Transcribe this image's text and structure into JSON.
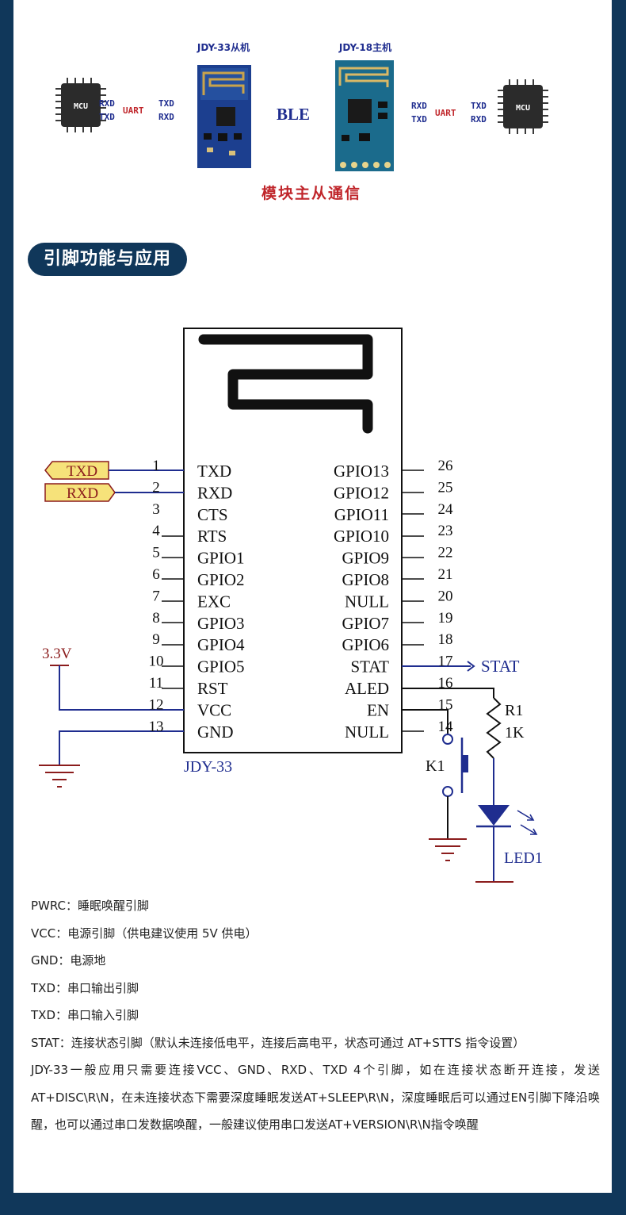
{
  "comm_diagram": {
    "slave_label": "JDY-33从机",
    "master_label": "JDY-18主机",
    "left_mcu": {
      "label": "MCU",
      "pins_in": [
        "RXD",
        "TXD"
      ],
      "bus": "UART",
      "pins_out": [
        "TXD",
        "RXD"
      ]
    },
    "ble_label": "BLE",
    "right_mcu": {
      "label": "MCU",
      "pins_in": [
        "RXD",
        "TXD"
      ],
      "bus": "UART",
      "pins_out": [
        "TXD",
        "RXD"
      ]
    },
    "caption": "模块主从通信"
  },
  "section_title": "引脚功能与应用",
  "schematic": {
    "chip_name": "JDY-33",
    "left_pins": [
      {
        "num": "1",
        "name": "TXD"
      },
      {
        "num": "2",
        "name": "RXD"
      },
      {
        "num": "3",
        "name": "CTS"
      },
      {
        "num": "4",
        "name": "RTS"
      },
      {
        "num": "5",
        "name": "GPIO1"
      },
      {
        "num": "6",
        "name": "GPIO2"
      },
      {
        "num": "7",
        "name": "EXC"
      },
      {
        "num": "8",
        "name": "GPIO3"
      },
      {
        "num": "9",
        "name": "GPIO4"
      },
      {
        "num": "10",
        "name": "GPIO5"
      },
      {
        "num": "11",
        "name": "RST"
      },
      {
        "num": "12",
        "name": "VCC"
      },
      {
        "num": "13",
        "name": "GND"
      }
    ],
    "right_pins": [
      {
        "num": "26",
        "name": "GPIO13"
      },
      {
        "num": "25",
        "name": "GPIO12"
      },
      {
        "num": "24",
        "name": "GPIO11"
      },
      {
        "num": "23",
        "name": "GPIO10"
      },
      {
        "num": "22",
        "name": "GPIO9"
      },
      {
        "num": "21",
        "name": "GPIO8"
      },
      {
        "num": "20",
        "name": "NULL"
      },
      {
        "num": "19",
        "name": "GPIO7"
      },
      {
        "num": "18",
        "name": "GPIO6"
      },
      {
        "num": "17",
        "name": "STAT"
      },
      {
        "num": "16",
        "name": "ALED"
      },
      {
        "num": "15",
        "name": "EN"
      },
      {
        "num": "14",
        "name": "NULL"
      }
    ],
    "txd_tag": "TXD",
    "rxd_tag": "RXD",
    "supply_label": "3.3V",
    "stat_output": "STAT",
    "resistor_name": "R1",
    "resistor_value": "1K",
    "switch_name": "K1",
    "led_name": "LED1",
    "colors": {
      "wire_blue": "#1f2d8f",
      "ground_red": "#8b1c1c",
      "tag_fill": "#f6e27a",
      "tag_stroke": "#8b1c1c"
    }
  },
  "pin_descriptions": [
    "PWRC：睡眠唤醒引脚",
    "VCC：电源引脚（供电建议使用 5V 供电）",
    "GND：电源地",
    "TXD：串口输出引脚",
    "TXD：串口输入引脚",
    "STAT：连接状态引脚（默认未连接低电平，连接后高电平，状态可通过 AT+STTS 指令设置）"
  ],
  "usage_note": "JDY-33一般应用只需要连接VCC、GND、RXD、TXD 4个引脚，如在连接状态断开连接，发送AT+DISC\\R\\N，在未连接状态下需要深度睡眠发送AT+SLEEP\\R\\N，深度睡眠后可以通过EN引脚下降沿唤醒，也可以通过串口发数据唤醒，一般建议使用串口发送AT+VERSION\\R\\N指令唤醒"
}
